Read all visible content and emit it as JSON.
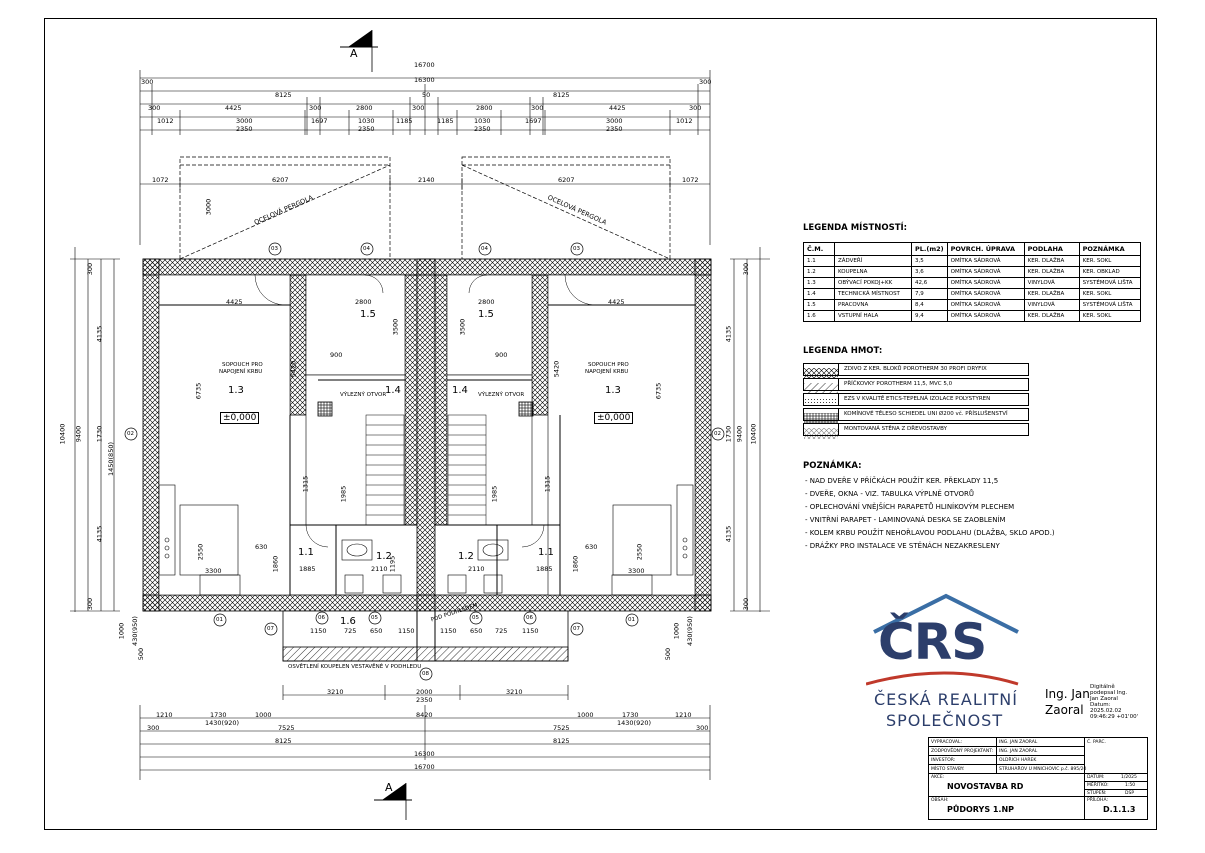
{
  "dims": {
    "top_total": "16700",
    "top_inner": "16300",
    "top_half_l": "8125",
    "top_half_r": "8125",
    "top_wall": "300",
    "top_center": "50",
    "top_4425": "4425",
    "top_2800": "2800",
    "top_300": "300",
    "top_1012": "1012",
    "top_3000": "3000",
    "top_2350": "2350",
    "top_1697": "1697",
    "top_1030": "1030",
    "top_1185": "1185",
    "perg_1072": "1072",
    "perg_6207": "6207",
    "perg_2140": "2140",
    "perg_3000": "3000",
    "left_10400": "10400",
    "left_9400": "9400",
    "left_4135": "4135",
    "left_1730": "1730",
    "left_1450": "1450(850)",
    "left_300": "300",
    "left_500": "500",
    "left_1000": "1000",
    "left_430": "430(950)",
    "bot_3210": "3210",
    "bot_2000": "2000",
    "bot_2350": "2350",
    "bot_1210": "1210",
    "bot_1730": "1730",
    "bot_1000": "1000",
    "bot_1430": "1430(920)",
    "bot_7525": "7525",
    "bot_8420": "8420",
    "bot_8125": "8125",
    "bot_16300": "16300",
    "bot_16700": "16700",
    "bot_300": "300",
    "in_4425": "4425",
    "in_2800": "2800",
    "in_3500": "3500",
    "in_6735": "6735",
    "in_5420": "5420",
    "in_2550": "2550",
    "in_3300": "3300",
    "in_1885": "1885",
    "in_2110": "2110",
    "in_1315": "1315",
    "in_1985": "1985",
    "in_1150": "1150",
    "in_725": "725",
    "in_650": "650",
    "in_900": "900",
    "in_630": "630",
    "in_1860": "1860",
    "in_1195": "1195"
  },
  "labels": {
    "section_a": "A",
    "pergola": "OCELOVÁ PERGOLA",
    "r13": "1.3",
    "r14": "1.4",
    "r15": "1.5",
    "r11": "1.1",
    "r12": "1.2",
    "r16": "1.6",
    "level": "±0,000",
    "sopouch": "SOPOUCH PRO",
    "sopouch2": "NAPOJENÍ KRBU",
    "vylez": "VÝLEZNÝ OTVOR",
    "pod_podh": "POD PODHLEDEM",
    "osvetl": "OSVĚTLENÍ KOUPELEN VESTAVĚNÉ V PODHLEDU",
    "ax01": "01",
    "ax02": "02",
    "ax03": "03",
    "ax04": "04",
    "ax05": "05",
    "ax06": "06",
    "ax07": "07",
    "ax08": "08"
  },
  "legend_rooms": {
    "title": "LEGENDA MÍSTNOSTÍ:",
    "headers": [
      "Č.M.",
      "PL.(m2)",
      "POVRCH. ÚPRAVA",
      "PODLAHA",
      "POZNÁMKA"
    ],
    "rows": [
      [
        "1.1",
        "ZÁDVEŘÍ",
        "3,5",
        "OMÍTKA SÁDROVÁ",
        "KER. DLAŽBA",
        "KER. SOKL"
      ],
      [
        "1.2",
        "KOUPELNA",
        "3,6",
        "OMÍTKA SÁDROVÁ",
        "KER. DLAŽBA",
        "KER. OBKLAD"
      ],
      [
        "1.3",
        "OBÝVACÍ POKOJ+KK",
        "42,6",
        "OMÍTKA SÁDROVÁ",
        "VINYLOVÁ",
        "SYSTÉMOVÁ LIŠTA"
      ],
      [
        "1.4",
        "TECHNICKÁ MÍSTNOST",
        "7,9",
        "OMÍTKA SÁDROVÁ",
        "KER. DLAŽBA",
        "KER. SOKL"
      ],
      [
        "1.5",
        "PRACOVNA",
        "8,4",
        "OMÍTKA SÁDROVÁ",
        "VINYLOVÁ",
        "SYSTÉMOVÁ LIŠTA"
      ],
      [
        "1.6",
        "VSTUPNÍ HALA",
        "9,4",
        "OMÍTKA SÁDROVÁ",
        "KER. DLAŽBA",
        "KER. SOKL"
      ]
    ]
  },
  "legend_hmot": {
    "title": "LEGENDA HMOT:",
    "items": [
      "ZDIVO Z KER. BLOKŮ POROTHERM 30 PROFI DRYFIX",
      "PŘÍČKOVKY POROTHERM 11,5, MVC 5,0",
      "EZS V KVALITĚ ETICS-TEPELNÁ IZOLACE POLYSTYREN",
      "KOMÍNOVÉ TĚLESO SCHIEDEL UNI Ø200 vč. PŘÍSLUŠENSTVÍ",
      "MONTOVANÁ STĚNA Z DŘEVOSTAVBY"
    ]
  },
  "notes": {
    "title": "POZNÁMKA:",
    "items": [
      "- NAD DVEŘE V PŘÍČKÁCH POUŽÍT KER. PŘEKLADY 11,5",
      "- DVEŘE, OKNA - VIZ. TABULKA VÝPLNĚ OTVORŮ",
      "- OPLECHOVÁNÍ VNĚJŠÍCH PARAPETŮ HLINÍKOVÝM PLECHEM",
      "- VNITŘNÍ PARAPET - LAMINOVANÁ DESKA SE ZAOBLENÍM",
      "- KOLEM KRBU POUŽÍT NEHOŘLAVOU PODLAHU (DLAŽBA, SKLO APOD.)",
      "- DRÁŽKY PRO INSTALACE VE STĚNÁCH NEZAKRESLENY"
    ]
  },
  "logo": {
    "mark": "ČRS",
    "line1": "ČESKÁ REALITNÍ",
    "line2": "SPOLEČNOST"
  },
  "signature": {
    "name1": "Ing. Jan",
    "name2": "Zaoral",
    "sign1": "Digitálně",
    "sign2": "podepsal Ing.",
    "sign3": "Jan Zaoral",
    "sign4": "Datum:",
    "sign5": "2025.02.02",
    "sign6": "09:46:29 +01'00'"
  },
  "titleblock": {
    "vypracoval_l": "VYPRACOVAL:",
    "vypracoval_v": "ING. JAN ZAORAL",
    "zodp_l": "ZODPOVĚDNÝ PROJEKTANT:",
    "zodp_v": "ING. JAN ZAORAL",
    "investor_l": "INVESTOR:",
    "investor_v": "OLDŘICH HAREK",
    "misto_l": "MÍSTO STAVBY:",
    "misto_v": "STRUHAŘOV U MNICHOVIC p.č. 895/20",
    "akce_l": "AKCE:",
    "akce_v": "NOVOSTAVBA RD",
    "obsah_l": "OBSAH:",
    "obsah_v": "PŮDORYS 1.NP",
    "cparc": "Č. PARC.",
    "datum_l": "DATUM:",
    "datum_v": "1/2025",
    "meritko_l": "MĚŘÍTKO:",
    "meritko_v": "1:50",
    "stupen_l": "STUPEŇ:",
    "stupen_v": "DSP",
    "priloha_l": "PŘÍLOHA:",
    "priloha_v": "D.1.1.3"
  }
}
